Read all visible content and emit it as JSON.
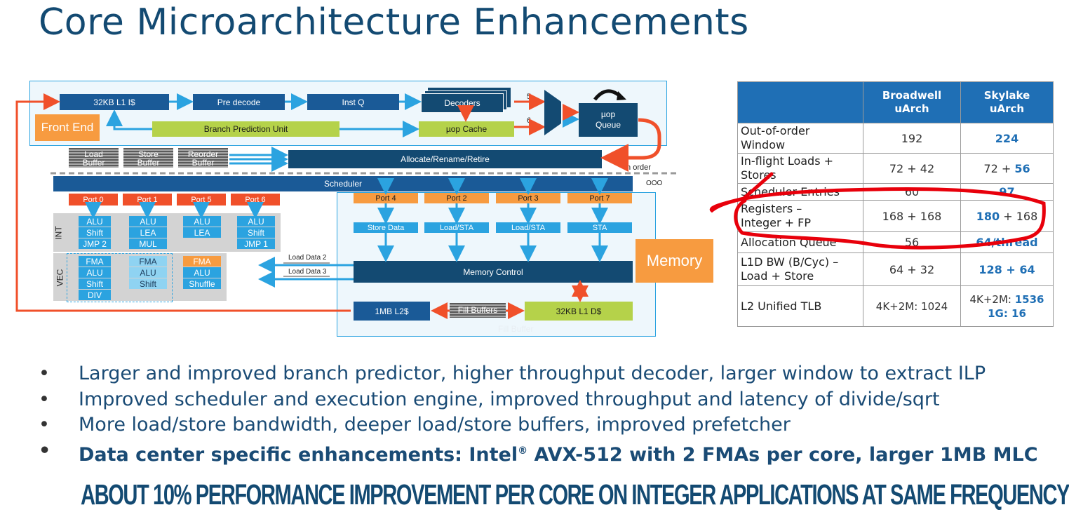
{
  "title": "Core Microarchitecture Enhancements",
  "diagram": {
    "front_end_label": "Front End",
    "l1i": "32KB L1 I$",
    "predecode": "Pre decode",
    "instq": "Inst Q",
    "decoders": "Decoders",
    "uop_queue_1": "µop",
    "uop_queue_2": "Queue",
    "bpu": "Branch Prediction Unit",
    "uop_cache": "µop Cache",
    "dec_width": "5",
    "cache_width": "6",
    "load_buffer": [
      "Load",
      "Buffer"
    ],
    "store_buffer": [
      "Store",
      "Buffer"
    ],
    "reorder_buffer": [
      "Reorder",
      "Buffer"
    ],
    "allocate": "Allocate/Rename/Retire",
    "in_order": "In order",
    "ooo": "OOO",
    "scheduler": "Scheduler",
    "ports_left": [
      "Port 0",
      "Port 1",
      "Port 5",
      "Port 6"
    ],
    "ports_right": [
      "Port 4",
      "Port 2",
      "Port 3",
      "Port 7"
    ],
    "int_label": "INT",
    "vec_label": "VEC",
    "int_units": [
      [
        "ALU",
        "Shift",
        "JMP 2"
      ],
      [
        "ALU",
        "LEA",
        "MUL"
      ],
      [
        "ALU",
        "LEA"
      ],
      [
        "ALU",
        "Shift",
        "JMP 1"
      ]
    ],
    "vec_units": [
      [
        "FMA",
        "ALU",
        "Shift",
        "DIV"
      ],
      [
        "FMA",
        "ALU",
        "Shift"
      ],
      [
        "FMA",
        "ALU",
        "Shuffle"
      ]
    ],
    "mem_units": [
      "Store Data",
      "Load/STA",
      "Load/STA",
      "STA"
    ],
    "load_data_2": "Load Data 2",
    "load_data_3": "Load Data 3",
    "memory_control": "Memory Control",
    "memory_label": "Memory",
    "l2": "1MB L2$",
    "fill_buffers": "Fill Buffers",
    "l1d": "32KB L1 D$",
    "fill_buffer_ghost": "Fill Buffer",
    "colors": {
      "dark_blue": "#1a5a97",
      "navy": "#134a72",
      "light_green": "#b5d24a",
      "orange": "#f4864a",
      "red_port": "#f0502a",
      "arrow_blue": "#2ba3e0",
      "arrow_red": "#f0502a"
    }
  },
  "table": {
    "headers": [
      "",
      "Broadwell uArch",
      "Skylake uArch"
    ],
    "header_lines": [
      [
        "Broadwell",
        "uArch"
      ],
      [
        "Skylake",
        "uArch"
      ]
    ],
    "rows": [
      {
        "label": [
          "Out-of-order",
          "Window"
        ],
        "broadwell": "192",
        "skylake_plain": "",
        "skylake_bold": "224"
      },
      {
        "label": [
          "In-flight Loads +",
          "Stores"
        ],
        "broadwell": "72 + 42",
        "skylake_plain": "72 + ",
        "skylake_bold": "56"
      },
      {
        "label": [
          "Scheduler Entries"
        ],
        "broadwell": "60",
        "skylake_plain": "",
        "skylake_bold": "97"
      },
      {
        "label": [
          "Registers –",
          "Integer + FP"
        ],
        "broadwell": "168 + 168",
        "skylake_bold": "180",
        "skylake_plain": " + 168"
      },
      {
        "label": [
          "Allocation Queue"
        ],
        "broadwell": "56",
        "skylake_plain": "",
        "skylake_bold": "64/thread"
      },
      {
        "label": [
          "L1D BW (B/Cyc) –",
          "Load + Store"
        ],
        "broadwell": "64 + 32",
        "skylake_plain": "",
        "skylake_bold": "128 + 64"
      },
      {
        "label": [
          "L2 Unified TLB"
        ],
        "broadwell": "4K+2M: 1024",
        "skylake_l1_plain": "4K+2M: ",
        "skylake_l1_bold": "1536",
        "skylake_l2_bold": "1G: 16"
      }
    ]
  },
  "bullets": [
    "Larger and improved branch predictor, higher throughput decoder, larger window to extract ILP",
    "Improved scheduler and execution engine, improved throughput and latency of divide/sqrt",
    "More load/store bandwidth, deeper load/store buffers, improved prefetcher"
  ],
  "bullet_bold_pre": "Data center specific enhancements: Intel",
  "bullet_bold_reg": "®",
  "bullet_bold_post": " AVX-512 with 2 FMAs per core, larger 1MB MLC",
  "footer": "ABOUT 10% PERFORMANCE IMPROVEMENT PER CORE ON INTEGER APPLICATIONS AT SAME FREQUENCY",
  "annotation": {
    "type": "red-handdrawn-circle",
    "target": "Registers row",
    "color": "#e8000b"
  }
}
